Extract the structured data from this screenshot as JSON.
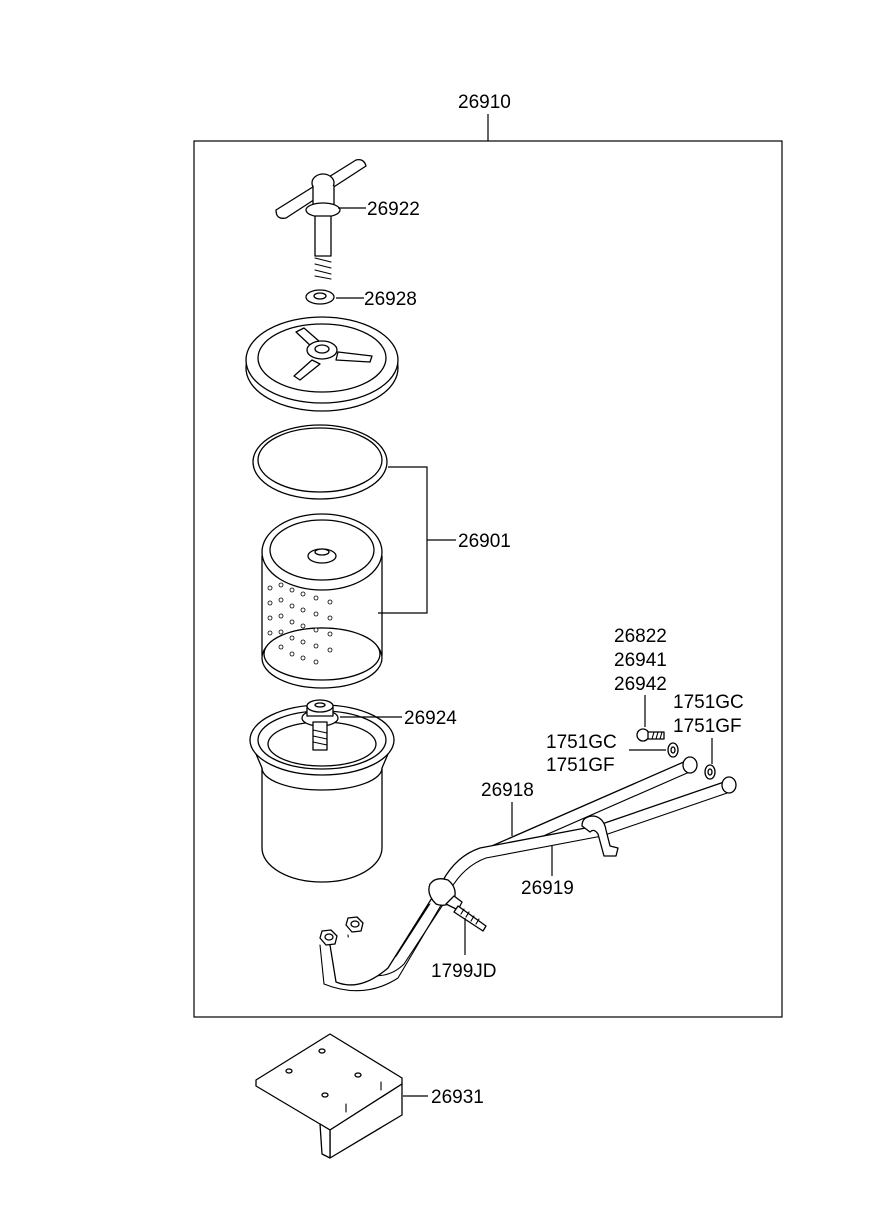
{
  "parts": {
    "assembly": "26910",
    "handle_bolt": "26922",
    "washer": "26928",
    "element": "26901",
    "center_bolt": "26924",
    "bolt_group": [
      "26822",
      "26941",
      "26942"
    ],
    "gasket_left": [
      "1751GC",
      "1751GF"
    ],
    "gasket_right": [
      "1751GC",
      "1751GF"
    ],
    "tube_upper": "26918",
    "tube_lower": "26919",
    "clip_bolt": "1799JD",
    "bracket": "26931"
  }
}
